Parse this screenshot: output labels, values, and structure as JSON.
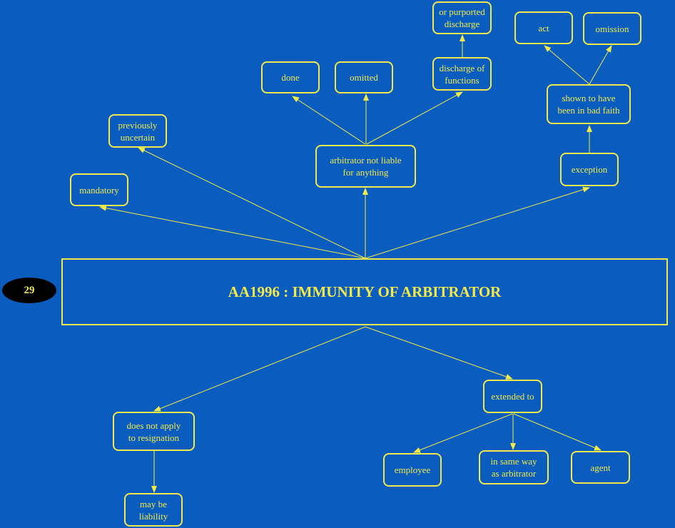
{
  "page_number": "29",
  "title": "AA1996 : IMMUNITY OF ARBITRATOR",
  "colors": {
    "background": "#0a5dbf",
    "ink": "#f2ea4a",
    "badge": "#000000"
  },
  "nodes": {
    "mandatory": "mandatory",
    "previously_uncertain": "previously\nuncertain",
    "arbitrator_not_liable": "arbitrator not liable\nfor anything",
    "done": "done",
    "omitted": "omitted",
    "discharge_of_functions": "discharge of\nfunctions",
    "or_purported_discharge": "or purported\ndischarge",
    "exception": "exception",
    "shown_bad_faith": "shown to have\nbeen in bad faith",
    "act": "act",
    "omission": "omission",
    "does_not_apply": "does not apply\nto resignation",
    "may_be_liability": "may be\nliability",
    "extended_to": "extended to",
    "employee": "employee",
    "same_way": "in same way\nas arbitrator",
    "agent": "agent"
  }
}
